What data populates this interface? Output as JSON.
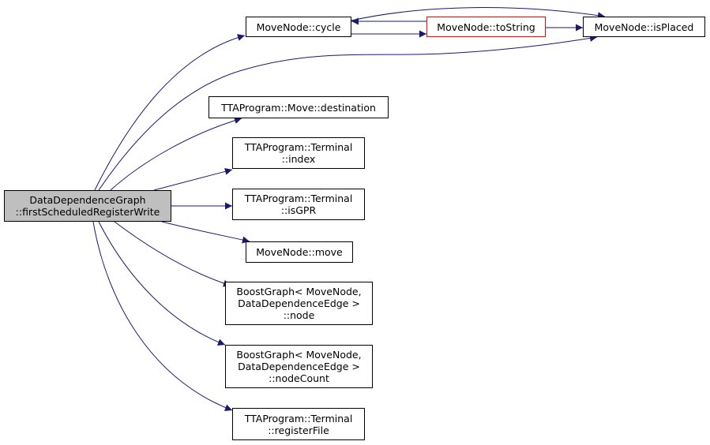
{
  "colors": {
    "edge": "#191970",
    "node_border": "#000000",
    "root_fill": "#bfbfbf",
    "highlight_border": "#ff0000",
    "background": "#ffffff"
  },
  "nodes": {
    "root": {
      "lines": [
        "DataDependenceGraph",
        "::firstScheduledRegisterWrite"
      ]
    },
    "cycle": {
      "lines": [
        "MoveNode::cycle"
      ]
    },
    "to_string": {
      "lines": [
        "MoveNode::toString"
      ]
    },
    "is_placed": {
      "lines": [
        "MoveNode::isPlaced"
      ]
    },
    "destination": {
      "lines": [
        "TTAProgram::Move::destination"
      ]
    },
    "terminal_index": {
      "lines": [
        "TTAProgram::Terminal",
        "::index"
      ]
    },
    "terminal_is_gpr": {
      "lines": [
        "TTAProgram::Terminal",
        "::isGPR"
      ]
    },
    "move": {
      "lines": [
        "MoveNode::move"
      ]
    },
    "bg_node": {
      "lines": [
        "BoostGraph< MoveNode,",
        "DataDependenceEdge >",
        "::node"
      ]
    },
    "bg_node_count": {
      "lines": [
        "BoostGraph< MoveNode,",
        "DataDependenceEdge >",
        "::nodeCount"
      ]
    },
    "terminal_register_file": {
      "lines": [
        "TTAProgram::Terminal",
        "::registerFile"
      ]
    }
  },
  "edges": [
    {
      "from": "root",
      "to": "cycle"
    },
    {
      "from": "root",
      "to": "is_placed"
    },
    {
      "from": "root",
      "to": "destination"
    },
    {
      "from": "root",
      "to": "terminal_index"
    },
    {
      "from": "root",
      "to": "terminal_is_gpr"
    },
    {
      "from": "root",
      "to": "move"
    },
    {
      "from": "root",
      "to": "bg_node"
    },
    {
      "from": "root",
      "to": "bg_node_count"
    },
    {
      "from": "root",
      "to": "terminal_register_file"
    },
    {
      "from": "cycle",
      "to": "to_string"
    },
    {
      "from": "cycle",
      "to": "is_placed"
    },
    {
      "from": "to_string",
      "to": "cycle"
    },
    {
      "from": "to_string",
      "to": "is_placed"
    }
  ]
}
